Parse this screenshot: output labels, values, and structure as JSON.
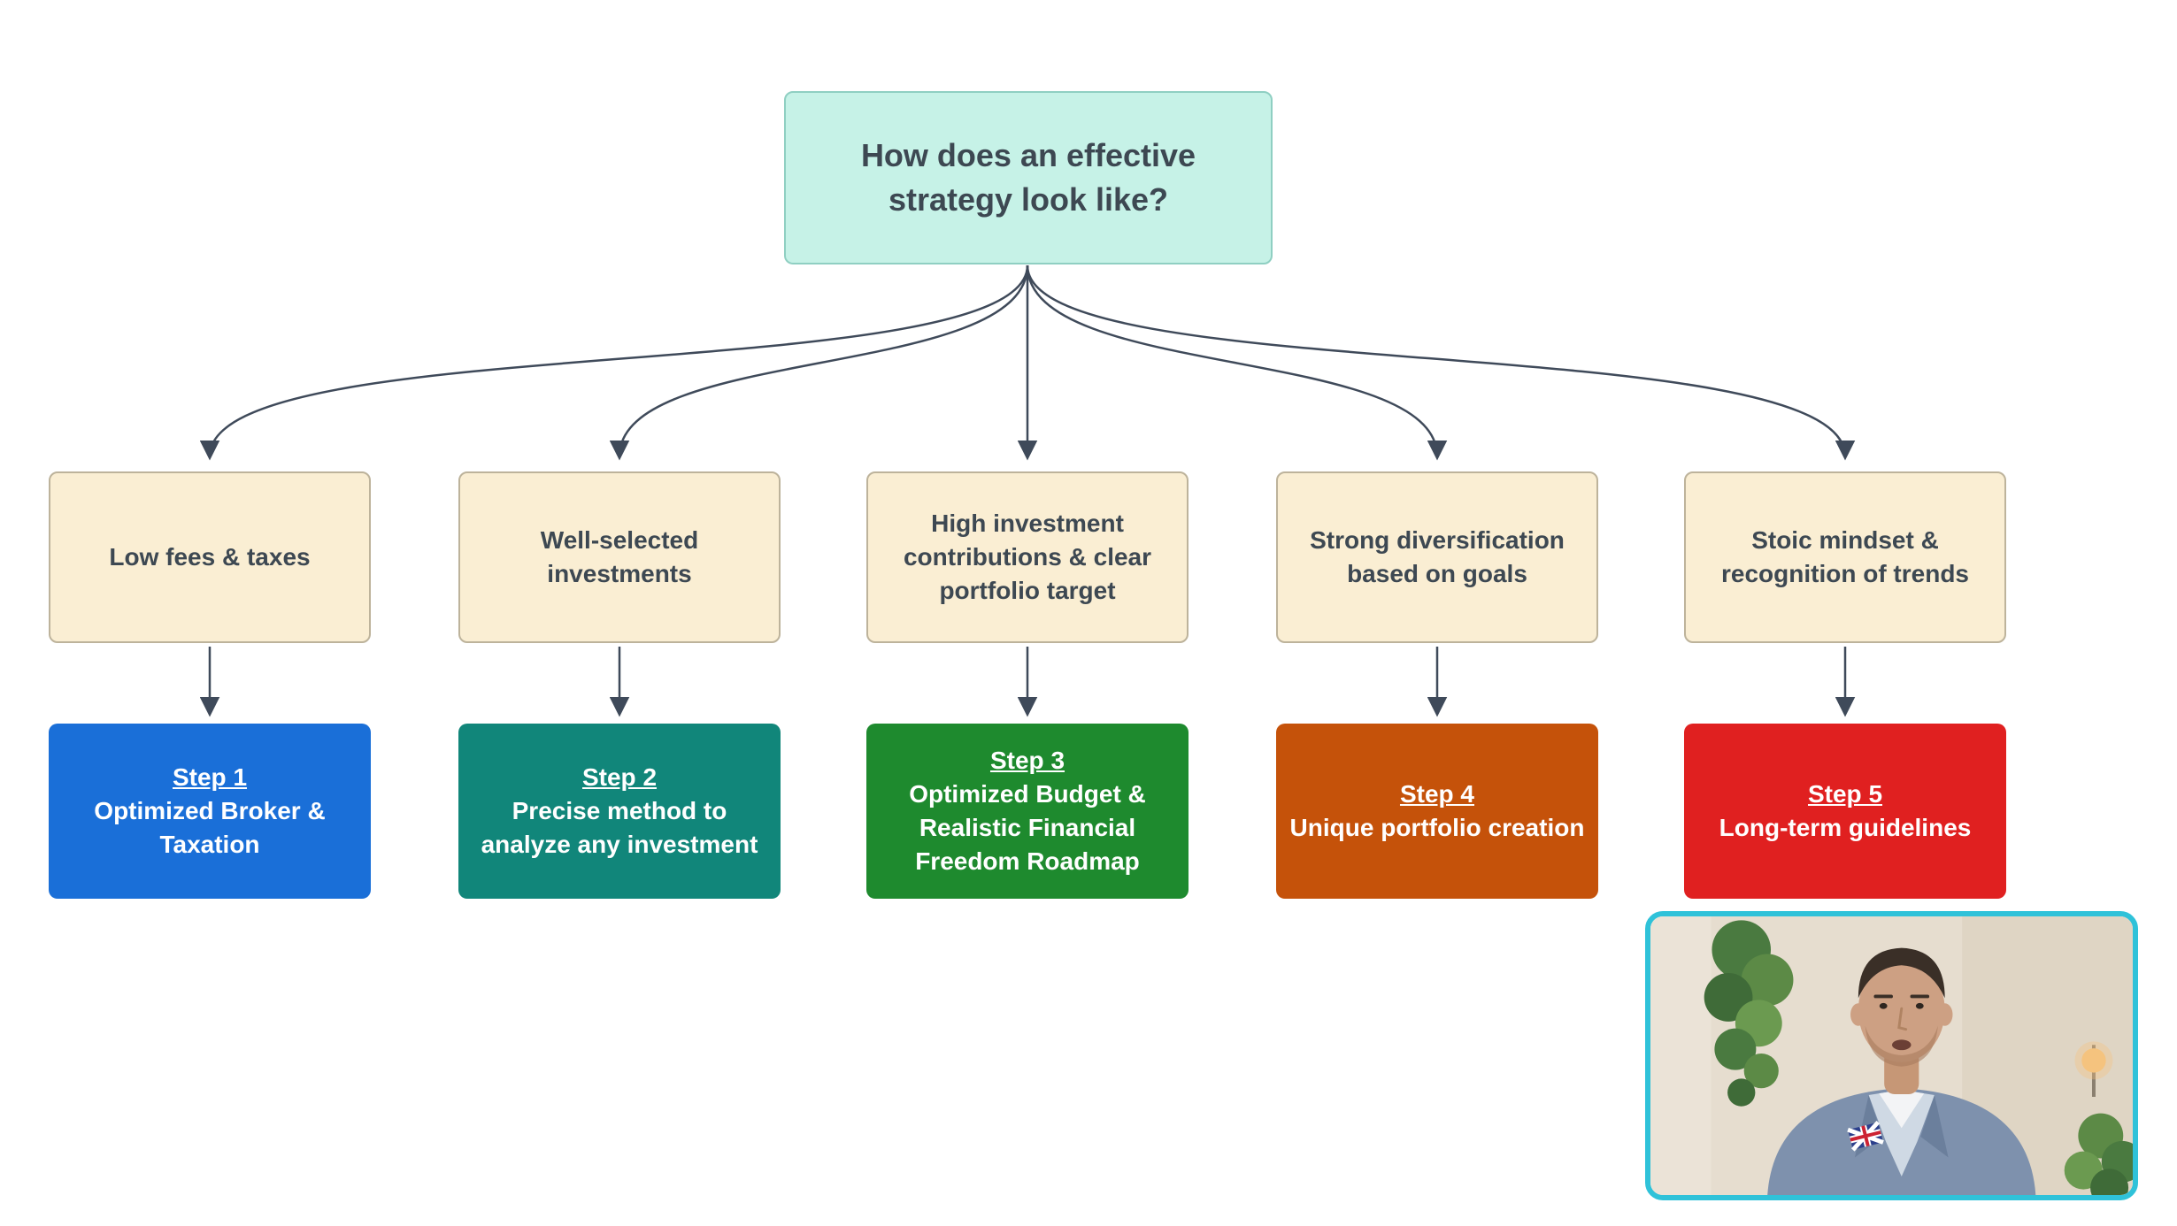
{
  "page": {
    "background": "#ffffff"
  },
  "title_box": {
    "text": "How does an effective strategy look like?",
    "bg_color": "#c6f2e7"
  },
  "branches": [
    {
      "criteria": "Low fees & taxes",
      "step_label": "Step 1",
      "step_text": "Optimized Broker & Taxation",
      "step_color": "#1a6fd8"
    },
    {
      "criteria": "Well-selected investments",
      "step_label": "Step 2",
      "step_text": "Precise method to analyze any investment",
      "step_color": "#11867a"
    },
    {
      "criteria": "High investment contributions & clear portfolio target",
      "step_label": "Step 3",
      "step_text": "Optimized Budget & Realistic Financial Freedom Roadmap",
      "step_color": "#1e8a2e"
    },
    {
      "criteria": "Strong diversification based on goals",
      "step_label": "Step 4",
      "step_text": "Unique portfolio creation",
      "step_color": "#c5520a"
    },
    {
      "criteria": "Stoic mindset & recognition of trends",
      "step_label": "Step 5",
      "step_text": "Long-term guidelines",
      "step_color": "#e02020"
    }
  ],
  "criteria_box_color": "#faeed3",
  "connector_color": "#3f4a5a",
  "webcam": {
    "border_color": "#2fc2d9"
  }
}
